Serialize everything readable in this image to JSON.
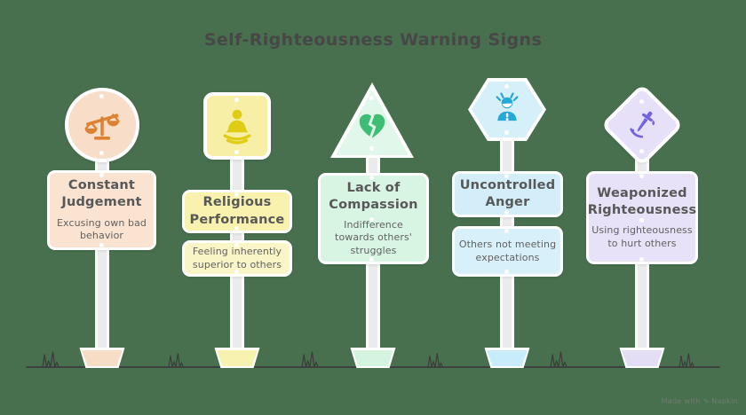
{
  "title": "Self-Righteousness Warning Signs",
  "watermark": "Made with ✎ Napkin",
  "colors": {
    "background": "#48704E",
    "title": "#474747",
    "ground": "#3C3C3C",
    "board_text": "#585858"
  },
  "signs": [
    {
      "id": "constant-judgement",
      "shape": "circle",
      "icon": "scales-icon",
      "title": "Constant Judgement",
      "subtitle": "Excusing own bad behavior",
      "colors": {
        "head": "#F8DEC8",
        "icon": "#DD8133",
        "board": "#FAE3D1",
        "base": "#F7DCC6"
      }
    },
    {
      "id": "religious-performance",
      "shape": "square",
      "icon": "meditation-icon",
      "title": "Religious Performance",
      "subtitle": "Feeling inherently superior to others",
      "colors": {
        "head": "#F6EFA5",
        "icon": "#DECC15",
        "board": "#F8F2AE",
        "subtitle_board": "#FAF5C6",
        "base": "#F8F2B0"
      }
    },
    {
      "id": "lack-of-compassion",
      "shape": "triangle",
      "icon": "broken-heart-icon",
      "title": "Lack of Compassion",
      "subtitle": "Indifference towards others' struggles",
      "colors": {
        "head": "#E0F7EA",
        "icon": "#3EBE74",
        "board": "#D8F5E4",
        "base": "#D4F4E0"
      }
    },
    {
      "id": "uncontrolled-anger",
      "shape": "hexagon",
      "icon": "angry-person-icon",
      "title": "Uncontrolled Anger",
      "subtitle": "Others not meeting expectations",
      "colors": {
        "head": "#D6F0FA",
        "icon": "#27A9D6",
        "board": "#D3EEF9",
        "subtitle_board": "#D8F0F9",
        "base": "#C9ECFA"
      }
    },
    {
      "id": "weaponized-righteousness",
      "shape": "diamond",
      "icon": "dagger-icon",
      "title": "Weaponized Righteousness",
      "subtitle": "Using righteousness to hurt others",
      "colors": {
        "head": "#E6E0F8",
        "icon": "#7165E0",
        "board": "#E8E2F9",
        "base": "#E3DDF6"
      }
    }
  ]
}
